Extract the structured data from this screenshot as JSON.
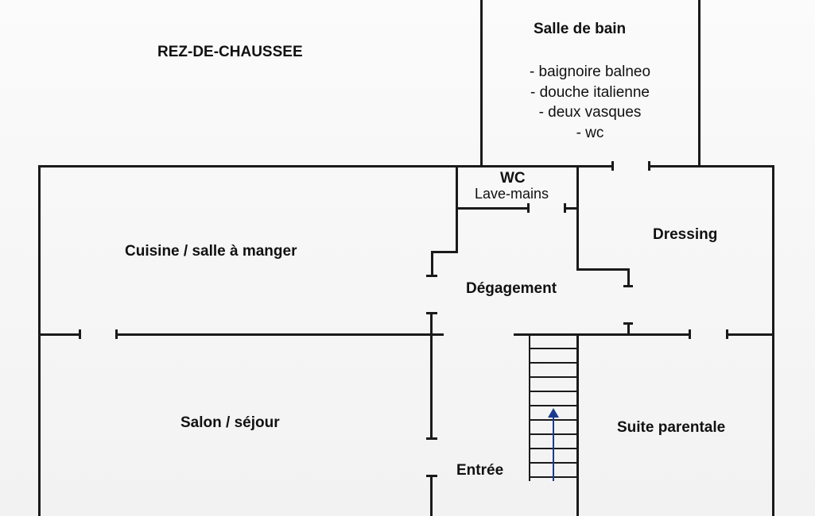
{
  "plan": {
    "title": "REZ-DE-CHAUSSEE",
    "rooms": {
      "bathroom": "Salle de bain",
      "wc": "WC",
      "wc_sub": "Lave-mains",
      "dressing": "Dressing",
      "kitchen": "Cuisine / salle à manger",
      "hallway": "Dégagement",
      "living": "Salon / séjour",
      "entrance": "Entrée",
      "master_suite": "Suite parentale"
    },
    "bathroom_features": [
      "- baignoire balneo",
      "- douche italienne",
      "- deux vasques",
      "- wc"
    ]
  }
}
